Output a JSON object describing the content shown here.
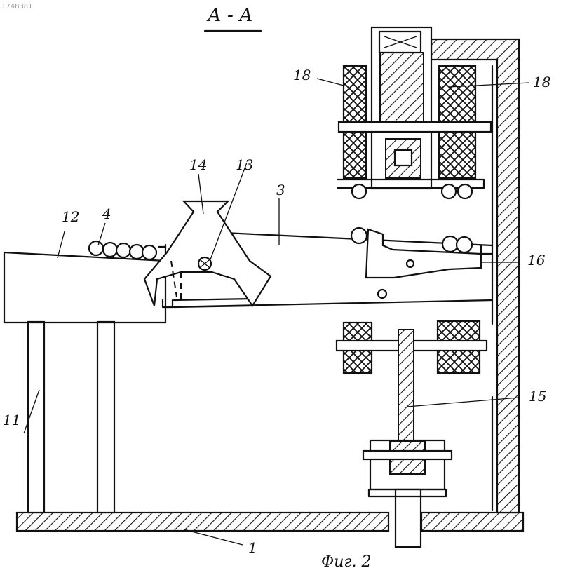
{
  "section_title": "А - А",
  "figure_caption": "Фиг. 2",
  "corner_stamp": "1748381",
  "labels": {
    "l1": "1",
    "l3": "3",
    "l4": "4",
    "l11": "11",
    "l12": "12",
    "l13": "13",
    "l14": "14",
    "l15": "15",
    "l16": "16",
    "l18_left": "18",
    "l18_right": "18"
  }
}
